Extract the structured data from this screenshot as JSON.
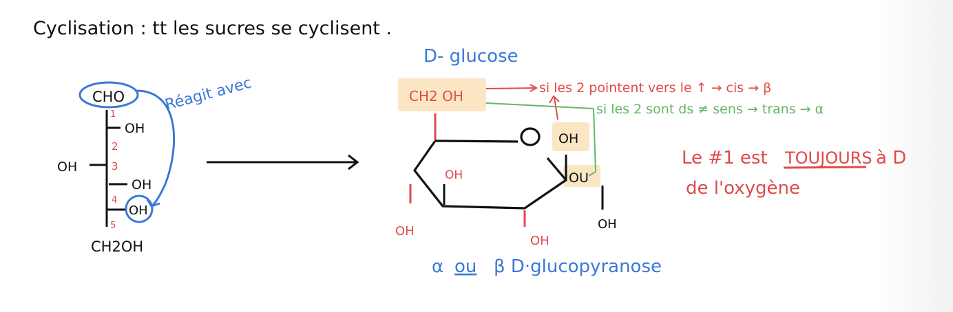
{
  "colors": {
    "ink": "#111111",
    "blue": "#3b78d8",
    "red": "#e04a4a",
    "green": "#62b862",
    "highlight": "#fbe6c4"
  },
  "title": "Cyclisation : tt les sucres se cyclisent .",
  "fischer": {
    "top_group": "CHO",
    "bottom_group": "CH2OH",
    "right_oh_1": "OH",
    "left_oh": "OH",
    "right_oh_2": "OH",
    "right_oh_3": "OH",
    "carbon_numbers": [
      "1",
      "2",
      "3",
      "4",
      "5"
    ],
    "annotation": "Réagit avec"
  },
  "ring": {
    "name": "D- glucose",
    "ch2oh": "CH2 OH",
    "ring_oxygen": "O",
    "oh_right_top": "OH",
    "ou": "OU",
    "oh_inner": "OH",
    "oh_left": "OH",
    "oh_bottom": "OH",
    "oh_right_bottom": "OH",
    "product_name": "α ou β D-glucopyranose",
    "product_alpha": "α",
    "product_ou": "ou",
    "product_rest": "β D·glucopyranose"
  },
  "notes": {
    "cis_rule": "si les 2 pointent vers le ↑ → cis → β",
    "trans_rule": "si les 2 sont ds ≠ sens → trans → α",
    "note_line1_a": "Le #1 est",
    "note_line1_b": "TOUJOURS",
    "note_line1_c": "à D",
    "note_line2": "de l'oxygène"
  }
}
